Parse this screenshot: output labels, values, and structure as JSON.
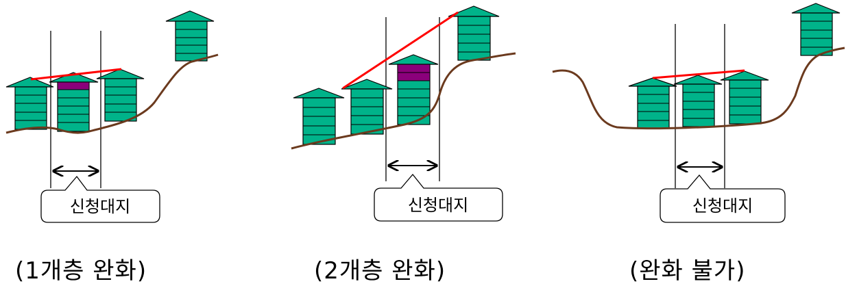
{
  "panels": [
    {
      "id": "one-floor",
      "caption": "(1개층 완화)",
      "label": "신청대지"
    },
    {
      "id": "two-floor",
      "caption": "(2개층 완화)",
      "label": "신청대지"
    },
    {
      "id": "none",
      "caption": "(완화 불가)",
      "label": "신청대지"
    }
  ],
  "colors": {
    "building": "#00b38a",
    "highlight": "#8b007b",
    "terrain": "#6b3a1e",
    "reference_line": "#ff0000",
    "outline": "#000000"
  }
}
